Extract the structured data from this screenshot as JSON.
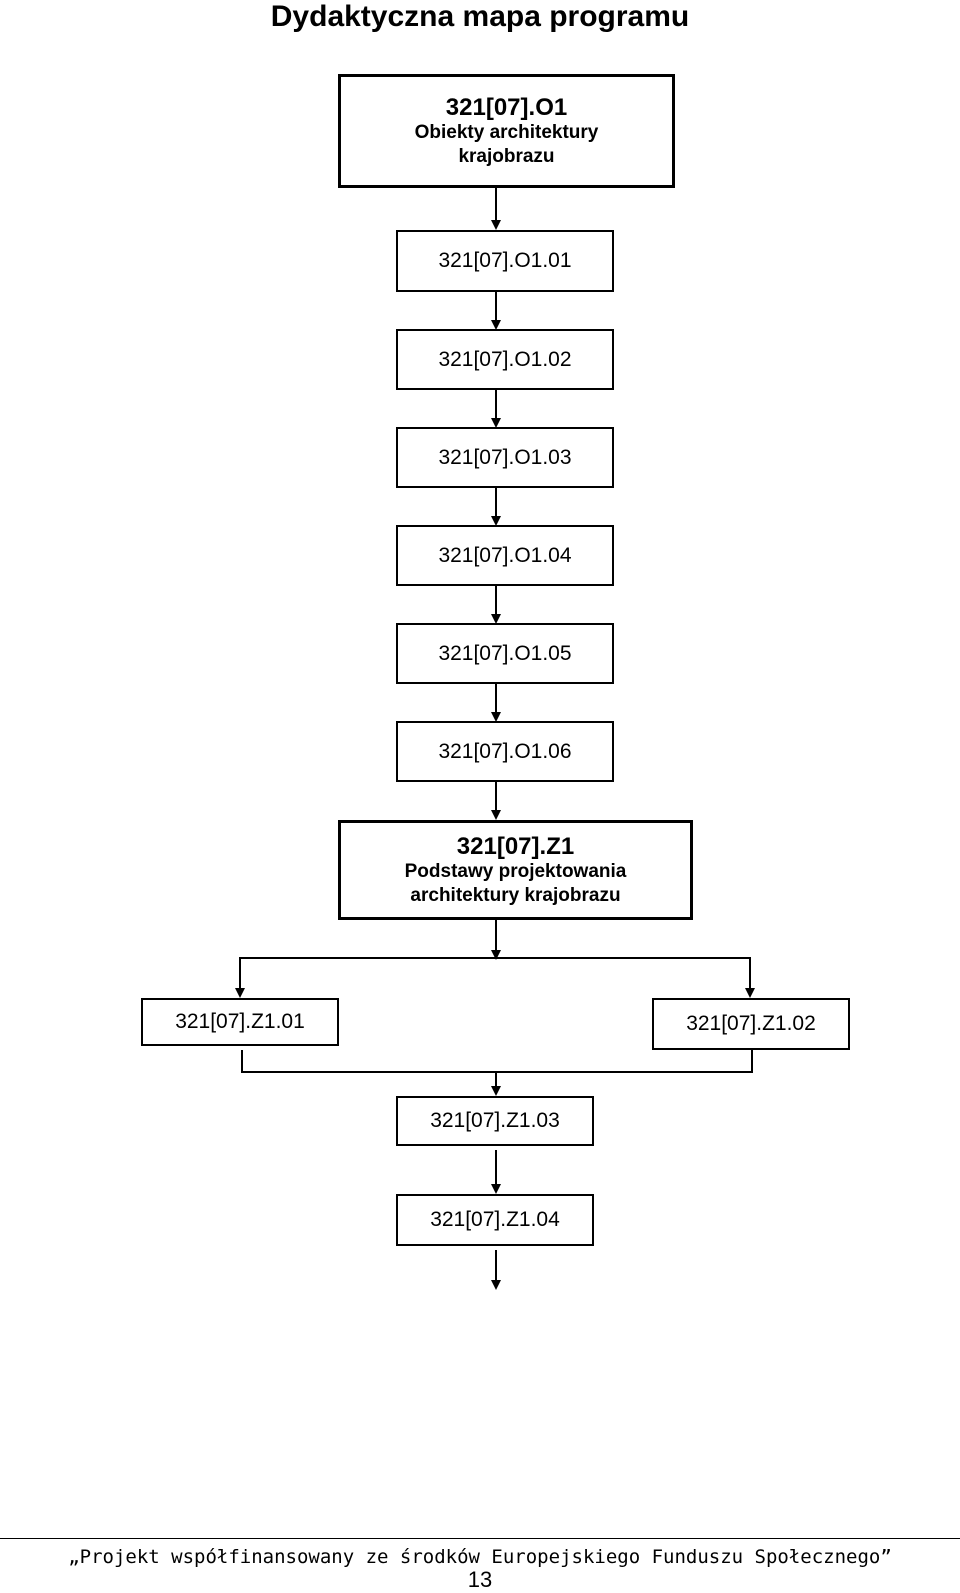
{
  "title": "Dydaktyczna mapa programu",
  "modules": {
    "o1": {
      "code": "321[07].O1",
      "name_line1": "Obiekty architektury",
      "name_line2": "krajobrazu"
    },
    "z1": {
      "code": "321[07].Z1",
      "name_line1": "Podstawy projektowania",
      "name_line2": "architektury krajobrazu"
    }
  },
  "units": {
    "o1_01": "321[07].O1.01",
    "o1_02": "321[07].O1.02",
    "o1_03": "321[07].O1.03",
    "o1_04": "321[07].O1.04",
    "o1_05": "321[07].O1.05",
    "o1_06": "321[07].O1.06",
    "z1_01": "321[07].Z1.01",
    "z1_02": "321[07].Z1.02",
    "z1_03": "321[07].Z1.03",
    "z1_04": "321[07].Z1.04"
  },
  "footer": {
    "text": "„Projekt współfinansowany ze środków Europejskiego Funduszu Społecznego”",
    "page_number": "13"
  }
}
